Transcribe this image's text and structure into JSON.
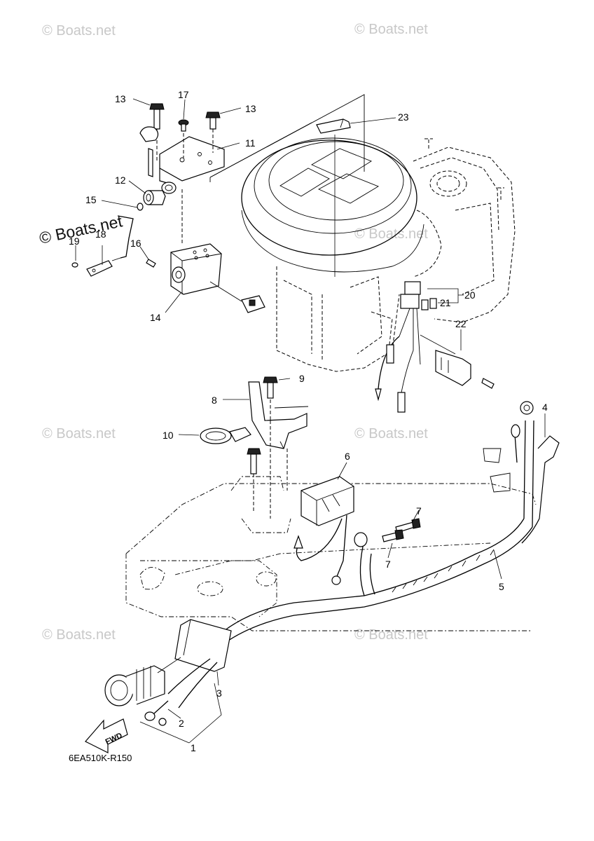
{
  "watermarks": {
    "text": "© Boats.net",
    "big_text": "© Boats.net"
  },
  "diagram_code": "6EA510K-R150",
  "fwd_label": "FWD",
  "callouts": [
    {
      "id": "c1",
      "label": "1"
    },
    {
      "id": "c2",
      "label": "2"
    },
    {
      "id": "c3",
      "label": "3"
    },
    {
      "id": "c4",
      "label": "4"
    },
    {
      "id": "c5",
      "label": "5"
    },
    {
      "id": "c6",
      "label": "6"
    },
    {
      "id": "c7a",
      "label": "7"
    },
    {
      "id": "c7b",
      "label": "7"
    },
    {
      "id": "c8",
      "label": "8"
    },
    {
      "id": "c9",
      "label": "9"
    },
    {
      "id": "c10",
      "label": "10"
    },
    {
      "id": "c11",
      "label": "11"
    },
    {
      "id": "c12",
      "label": "12"
    },
    {
      "id": "c13a",
      "label": "13"
    },
    {
      "id": "c13b",
      "label": "13"
    },
    {
      "id": "c14",
      "label": "14"
    },
    {
      "id": "c15",
      "label": "15"
    },
    {
      "id": "c16",
      "label": "16"
    },
    {
      "id": "c17",
      "label": "17"
    },
    {
      "id": "c18",
      "label": "18"
    },
    {
      "id": "c19",
      "label": "19"
    },
    {
      "id": "c20",
      "label": "20"
    },
    {
      "id": "c21",
      "label": "21"
    },
    {
      "id": "c22",
      "label": "22"
    },
    {
      "id": "c23",
      "label": "23"
    }
  ]
}
